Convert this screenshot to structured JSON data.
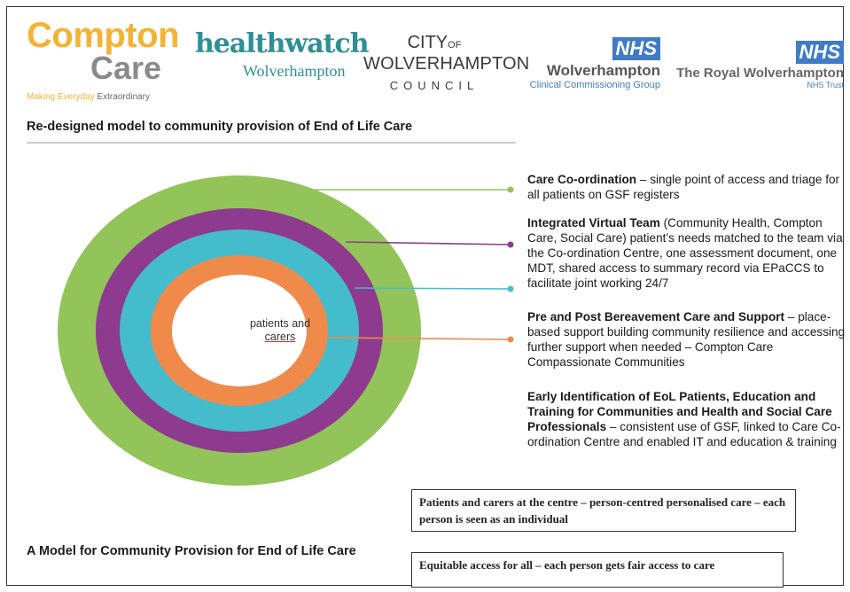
{
  "logos": {
    "compton": {
      "line1": "Compton",
      "line2": "Care",
      "tagline_a": "Making Everyday ",
      "tagline_b": "Extraordinary"
    },
    "healthwatch": {
      "line1": "healthwatch",
      "line2": "Wolverhampton"
    },
    "city": {
      "line1a": "CITY",
      "line1b": "OF",
      "line2": "WOLVERHAMPTON",
      "line3": "COUNCIL"
    },
    "nhs_ccg": {
      "badge": "NHS",
      "line1": "Wolverhampton",
      "line2": "Clinical Commissioning Group"
    },
    "nhs_trust": {
      "badge": "NHS",
      "line1": "The Royal Wolverhampton",
      "line2": "NHS Trust"
    }
  },
  "title": "Re-designed model to community provision of End of Life Care",
  "diagram": {
    "center_line1": "patients and",
    "center_line2": "carers",
    "colors": {
      "outer": "#92c45a",
      "purple": "#8e3a8e",
      "teal": "#45bccc",
      "orange": "#f08a4b",
      "center": "#ffffff"
    }
  },
  "descriptions": [
    {
      "heading": "Care Co-ordination",
      "text": " – single point of access and triage for all patients on GSF registers"
    },
    {
      "heading": "Integrated Virtual Team",
      "text": " (Community Health, Compton Care, Social Care) patient’s needs matched to the team via the Co-ordination Centre, one assessment document, one MDT, shared access to summary record via EPaCCS to facilitate joint working 24/7"
    },
    {
      "heading": "Pre and Post Bereavement Care and Support",
      "text": " – place-based support building community resilience and accessing further support when needed – Compton Care Compassionate Communities"
    },
    {
      "heading": "Early Identification of EoL Patients, Education and Training for Communities and Health and Social Care Professionals",
      "text": " – consistent use of GSF, linked to Care Co-ordination Centre and enabled IT and education & training"
    }
  ],
  "boxes": [
    "Patients and carers at the centre – person-centred personalised care – each person is seen as an individual",
    "Equitable access for all – each person gets fair access to care"
  ],
  "subtitle": "A Model for Community Provision for End of Life Care"
}
